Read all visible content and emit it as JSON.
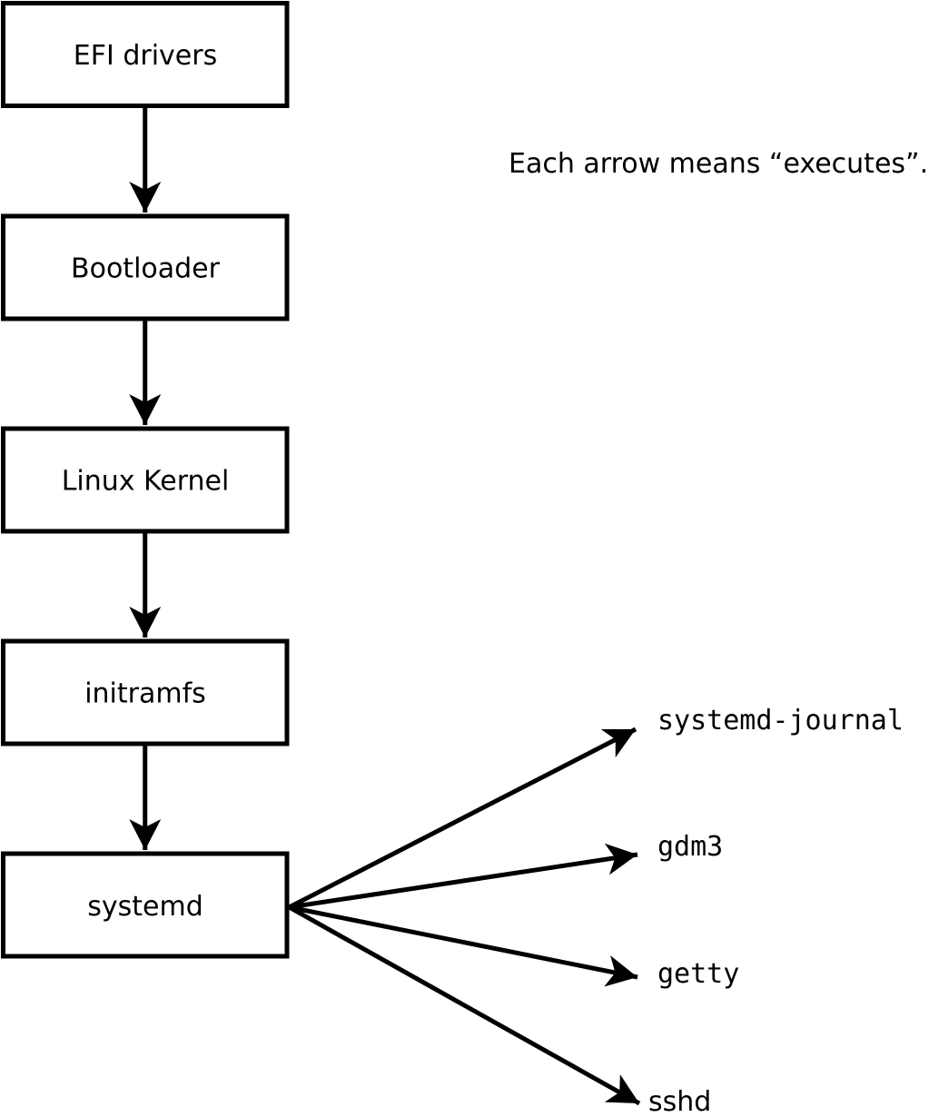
{
  "diagram": {
    "caption": "Each arrow means “executes”.",
    "arrow_meaning": "executes",
    "boxes": [
      {
        "label": "EFI drivers"
      },
      {
        "label": "Bootloader"
      },
      {
        "label": "Linux Kernel"
      },
      {
        "label": "initramfs"
      },
      {
        "label": "systemd"
      }
    ],
    "chain_order": [
      "EFI drivers",
      "Bootloader",
      "Linux Kernel",
      "initramfs",
      "systemd"
    ],
    "fanout_source": "systemd",
    "targets": [
      {
        "label": "systemd-journal"
      },
      {
        "label": "gdm3"
      },
      {
        "label": "getty"
      },
      {
        "label": "sshd"
      }
    ],
    "colors": {
      "line": "#000000",
      "box_fill": "#ffffff",
      "background": "#ffffff",
      "text": "#000000"
    }
  }
}
